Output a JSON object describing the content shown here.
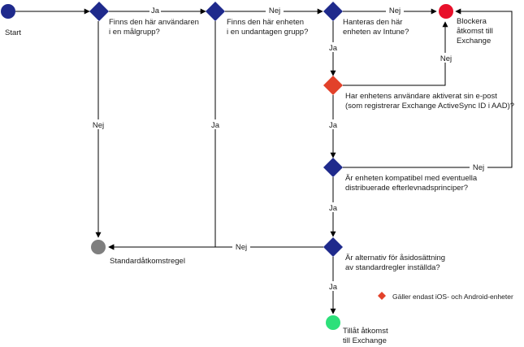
{
  "colors": {
    "start": "#1f2a8c",
    "decision": "#1f2a8c",
    "ios_android": "#e2412a",
    "block": "#e8102a",
    "default": "#7f7f7f",
    "allow": "#2de07a"
  },
  "nodes": {
    "start": {
      "label": "Start"
    },
    "d1": {
      "label": [
        "Finns den här användaren",
        "i en målgrupp?"
      ]
    },
    "d2": {
      "label": [
        "Finns den här enheten",
        "i en undantagen grupp?"
      ]
    },
    "d3": {
      "label": [
        "Hanteras den här",
        "enheten av Intune?"
      ]
    },
    "block": {
      "label": [
        "Blockera",
        "åtkomst till",
        "Exchange"
      ]
    },
    "d4": {
      "label": [
        "Har enhetens användare aktiverat sin e-post",
        "(som registrerar Exchange ActiveSync ID i AAD)?"
      ]
    },
    "d5": {
      "label": [
        "Är enheten kompatibel med eventuella",
        "distribuerade efterlevnadsprinciper?"
      ]
    },
    "default": {
      "label": "Standardåtkomstregel"
    },
    "d6": {
      "label": [
        "Är alternativ för åsidosättning",
        "av standardregler inställda?"
      ]
    },
    "allow": {
      "label": [
        "Tillåt åtkomst",
        "till Exchange"
      ]
    }
  },
  "edges": {
    "d1_d2": "Ja",
    "d2_d3": "Nej",
    "d3_block": "Nej",
    "d1_default": "Nej",
    "d2_default": "Ja",
    "d3_d4": "Ja",
    "d4_block": "Nej",
    "d4_d5": "Ja",
    "d5_block": "Nej",
    "d5_d6": "Ja",
    "d6_default": "Nej",
    "d6_allow": "Ja"
  },
  "legend": {
    "label": "Gäller endast iOS- och Android-enheter"
  }
}
